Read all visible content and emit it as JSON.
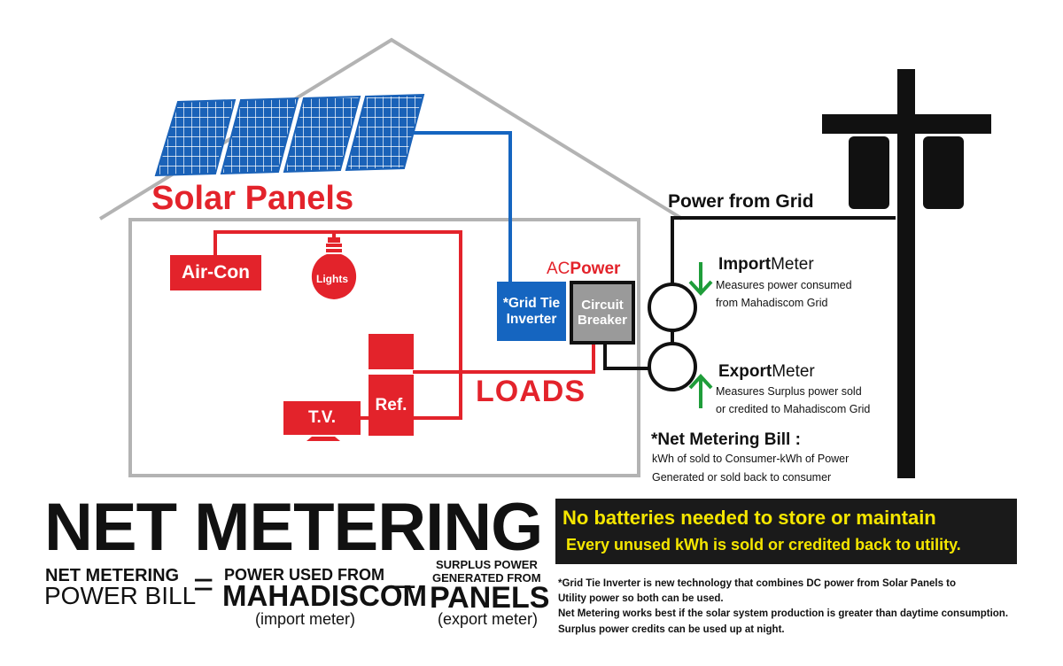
{
  "house": {
    "solar_panels_label": "Solar Panels",
    "loads_label": "LOADS",
    "ac_power_prefix": "AC",
    "ac_power_suffix": "Power"
  },
  "appliances": {
    "aircon": "Air-Con",
    "lights": "Lights",
    "tv": "T.V.",
    "ref": "Ref."
  },
  "inverter": {
    "line1": "*Grid Tie",
    "line2": "Inverter"
  },
  "breaker": {
    "line1": "Circuit",
    "line2": "Breaker"
  },
  "grid": {
    "label": "Power from Grid"
  },
  "import_meter": {
    "title_bold": "Import",
    "title_rest": "Meter",
    "desc1": "Measures power consumed",
    "desc2": "from Mahadiscom Grid"
  },
  "export_meter": {
    "title_bold": "Export",
    "title_rest": "Meter",
    "desc1": "Measures Surplus power sold",
    "desc2": "or credited to Mahadiscom Grid"
  },
  "net_bill": {
    "title": "*Net Metering Bill :",
    "line1": "kWh of sold to Consumer-kWh of Power",
    "line2": "Generated or sold back to consumer"
  },
  "headline": "NET METERING",
  "promo": {
    "line1": "No batteries needed to store or maintain",
    "line2": "Every unused kWh is sold or credited back to utility."
  },
  "formula": {
    "left_top": "NET METERING",
    "left_bottom": "POWER BILL",
    "equals": "=",
    "mid_top": "POWER USED FROM",
    "mid_big": "MAHADISCOM",
    "mid_sub": "(import meter)",
    "minus": "–",
    "right_top1": "SURPLUS POWER",
    "right_top2": "GENERATED FROM",
    "right_big": "PANELS",
    "right_sub": "(export meter)"
  },
  "footnotes": [
    "*Grid Tie Inverter is new technology that combines DC power from Solar Panels to",
    "Utility power so both can be used.",
    "Net Metering works best if the solar system production is greater than daytime consumption.",
    "Surplus power credits can be used up at night."
  ],
  "colors": {
    "red": "#e3232b",
    "blue": "#1565c0",
    "panel_blue": "#1a62b8",
    "green": "#1f9d3a",
    "house_gray": "#b3b3b3",
    "breaker_gray": "#9a9a9a",
    "promo_bg": "#1a1a1a",
    "promo_text": "#f5e600"
  }
}
